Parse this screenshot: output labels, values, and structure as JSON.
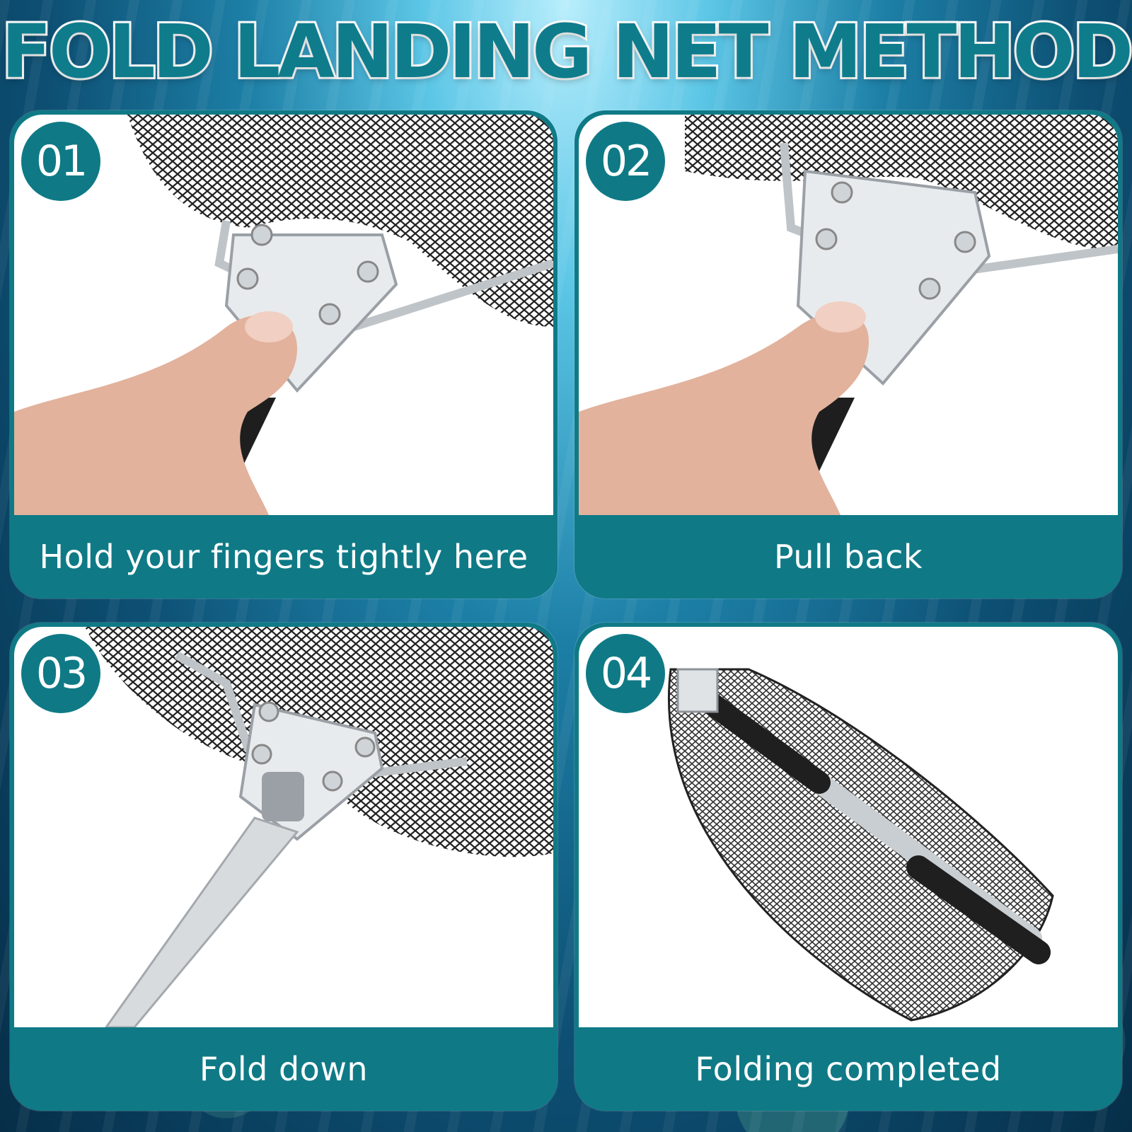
{
  "title": "FOLD LANDING NET METHOD",
  "colors": {
    "panel": "#0f7a86",
    "title_fill": "#0f7c8c",
    "title_stroke": "#ffffff",
    "caption_text": "#ffffff"
  },
  "steps": [
    {
      "number": "01",
      "caption": "Hold your fingers tightly here",
      "image": "thumb-pressing-net-hinge-icon"
    },
    {
      "number": "02",
      "caption": "Pull back",
      "image": "thumb-pulling-hinge-lock-icon"
    },
    {
      "number": "03",
      "caption": "Fold down",
      "image": "net-folded-down-on-handle-icon"
    },
    {
      "number": "04",
      "caption": "Folding completed",
      "image": "folded-landing-net-icon"
    }
  ]
}
